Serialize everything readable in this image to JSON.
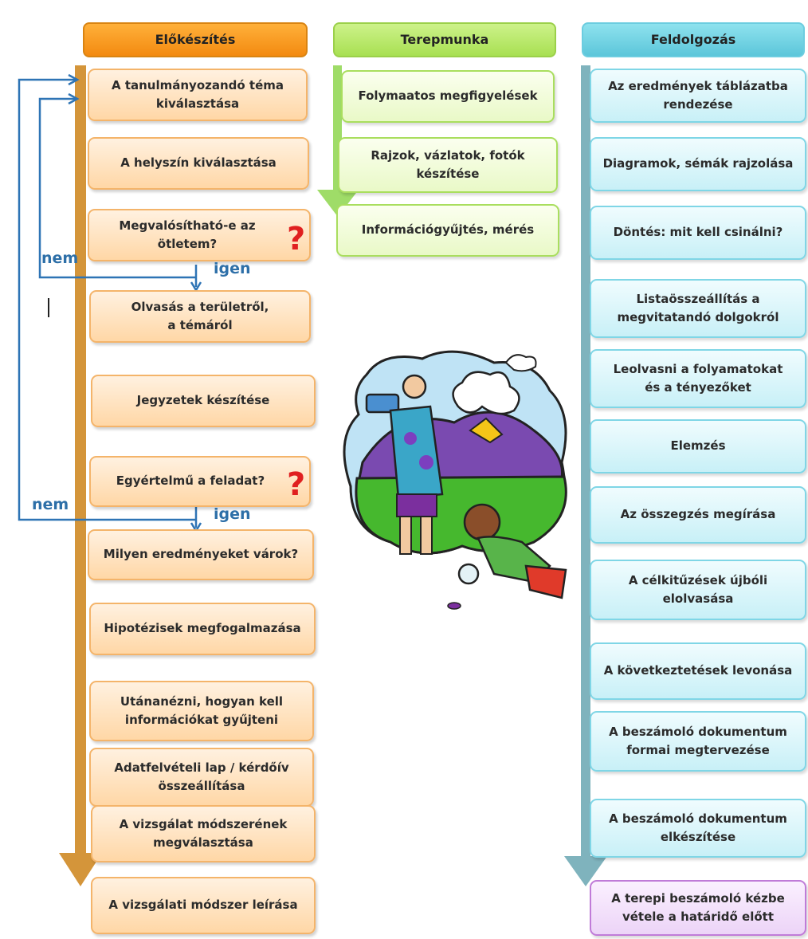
{
  "columns": {
    "prep": {
      "header": "Előkészítés",
      "boxes": [
        "A tanulmányozandó téma\nkiválasztása",
        "A helyszín kiválasztása",
        "Megvalósítható-e az\nötletem?",
        "Olvasás a területről,\na témáról",
        "Jegyzetek készítése",
        "Egyértelmű a feladat?",
        "Milyen eredményeket várok?",
        "Hipotézisek megfogalmazása",
        "Utánanézni, hogyan kell\ninformációkat gyűjteni",
        "Adatfelvételi lap / kérdőív\nösszeállítása",
        "A vizsgálat módszerének\nmegválasztása",
        "A vizsgálati módszer leírása"
      ]
    },
    "field": {
      "header": "Terepmunka",
      "boxes": [
        "Folymaatos megfigyelések",
        "Rajzok, vázlatok, fotók\nkészítése",
        "Információgyűjtés, mérés"
      ]
    },
    "process": {
      "header": "Feldolgozás",
      "boxes": [
        "Az eredmények táblázatba\nrendezése",
        "Diagramok, sémák rajzolása",
        "Döntés: mit kell csinálni?",
        "Listaösszeállítás a\nmegvitatandó dolgokról",
        "Leolvasni a folyamatokat\nés a tényezőket",
        "Elemzés",
        "Az összegzés megírása",
        "A célkitűzések újbóli\nelolvasása",
        "A következtetések levonása",
        "A beszámoló dokumentum\nformai megtervezése",
        "A beszámoló dokumentum\nelkészítése",
        "A terepi beszámoló kézbe\nvétele a határidő előtt"
      ]
    }
  },
  "decisions": {
    "q_mark": "?",
    "no": "nem",
    "yes": "igen"
  },
  "colors": {
    "prep_arrow": "#d4953a",
    "field_arrow": "#9fdc68",
    "process_arrow": "#7fb3bd",
    "loop_arrow": "#2e74b5",
    "question_mark": "#e02020"
  }
}
